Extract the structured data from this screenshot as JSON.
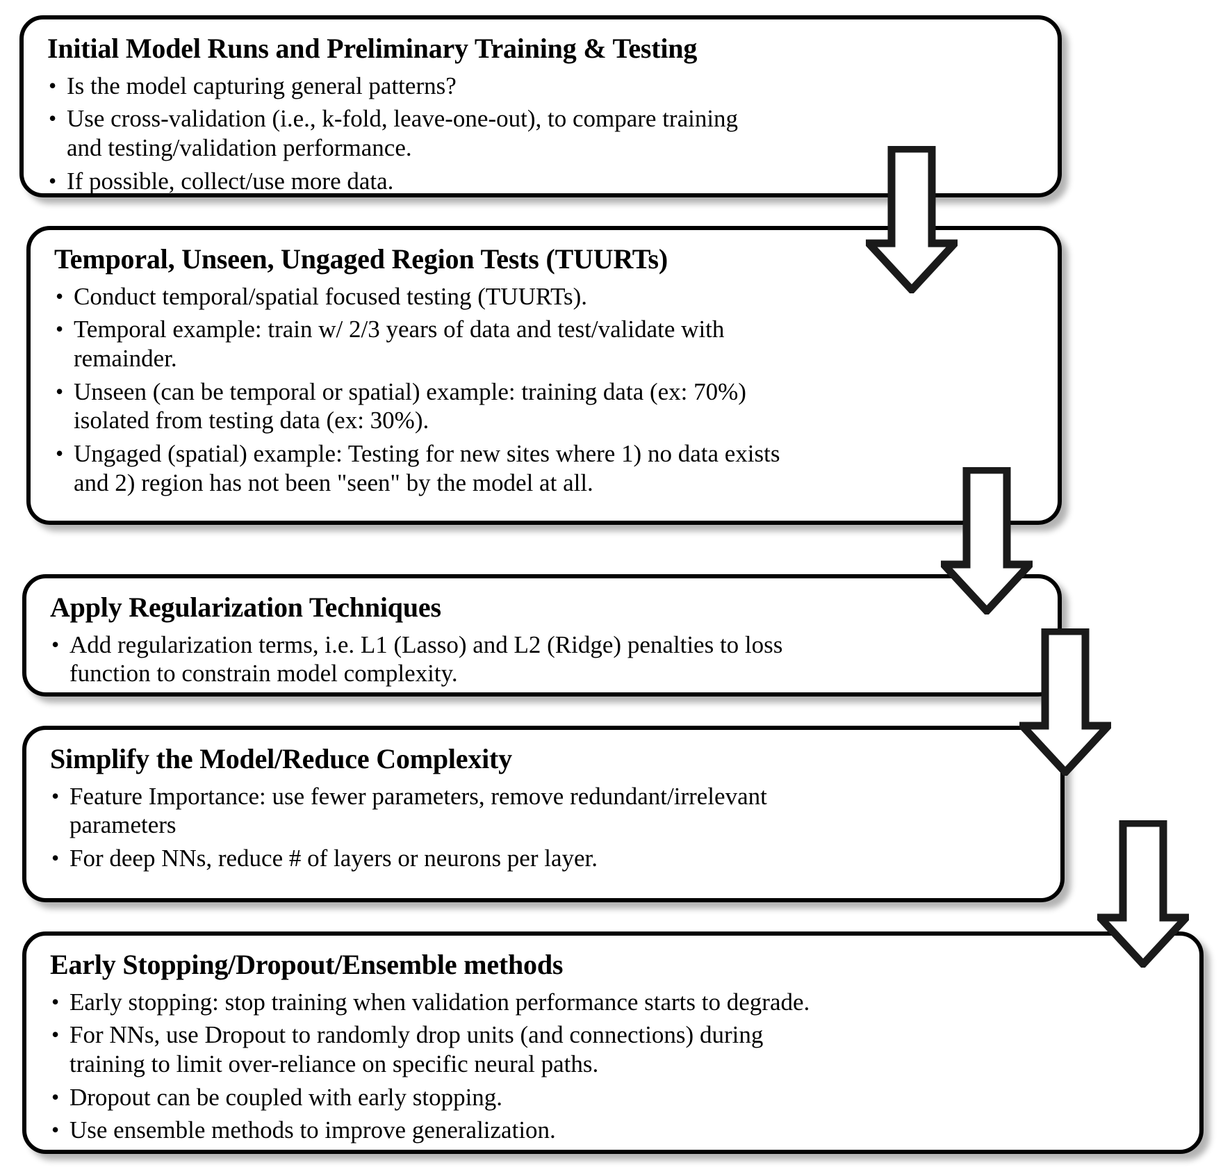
{
  "diagram": {
    "type": "flowchart",
    "orientation": "vertical",
    "boxes": [
      {
        "id": "initial-model-runs",
        "title": "Initial Model Runs and Preliminary Training & Testing",
        "bullets": [
          [
            "Is the model capturing general patterns?"
          ],
          [
            "Use cross-validation (i.e., k-fold, leave-one-out), to compare training",
            "and testing/validation performance."
          ],
          [
            "If possible, collect/use more data."
          ]
        ]
      },
      {
        "id": "tuurts",
        "title": "Temporal, Unseen, Ungaged Region Tests (TUURTs)",
        "bullets": [
          [
            "Conduct temporal/spatial focused testing (TUURTs)."
          ],
          [
            "Temporal example: train w/ 2/3 years of data and test/validate with",
            "remainder."
          ],
          [
            "Unseen (can be temporal or spatial) example: training data (ex: 70%)",
            "isolated from testing data (ex: 30%)."
          ],
          [
            "Ungaged (spatial) example: Testing for new sites where 1) no data exists",
            "and 2) region has not been \"seen\" by the model at all."
          ]
        ]
      },
      {
        "id": "apply-regularization",
        "title": "Apply Regularization Techniques",
        "bullets": [
          [
            "Add regularization terms, i.e. L1 (Lasso) and L2 (Ridge) penalties to loss",
            "function to constrain model complexity."
          ]
        ]
      },
      {
        "id": "simplify-model",
        "title": "Simplify the Model/Reduce Complexity",
        "bullets": [
          [
            "Feature Importance: use fewer parameters, remove redundant/irrelevant",
            "parameters"
          ],
          [
            "For deep NNs, reduce # of layers or neurons per layer."
          ]
        ]
      },
      {
        "id": "early-stopping",
        "title": "Early Stopping/Dropout/Ensemble methods",
        "bullets": [
          [
            "Early stopping: stop training when validation performance starts to degrade."
          ],
          [
            "For NNs, use Dropout to randomly drop units (and connections) during",
            "training to limit over-reliance on specific neural paths."
          ],
          [
            "Dropout can be coupled with early stopping."
          ],
          [
            "Use ensemble methods to improve generalization."
          ]
        ]
      }
    ],
    "connectors": [
      {
        "id": "arrow-1",
        "from": "initial-model-runs",
        "to": "tuurts",
        "direction": "down"
      },
      {
        "id": "arrow-2",
        "from": "tuurts",
        "to": "apply-regularization",
        "direction": "down"
      },
      {
        "id": "arrow-3",
        "from": "apply-regularization",
        "to": "simplify-model",
        "direction": "down"
      },
      {
        "id": "arrow-4",
        "from": "simplify-model",
        "to": "early-stopping",
        "direction": "down"
      }
    ],
    "bullet_glyph": "•",
    "colors": {
      "box_border": "#000000",
      "box_fill": "#ffffff",
      "text": "#000000",
      "arrow_outline": "#1a1a1a",
      "arrow_fill": "#ffffff",
      "page_background": "#ffffff"
    }
  }
}
